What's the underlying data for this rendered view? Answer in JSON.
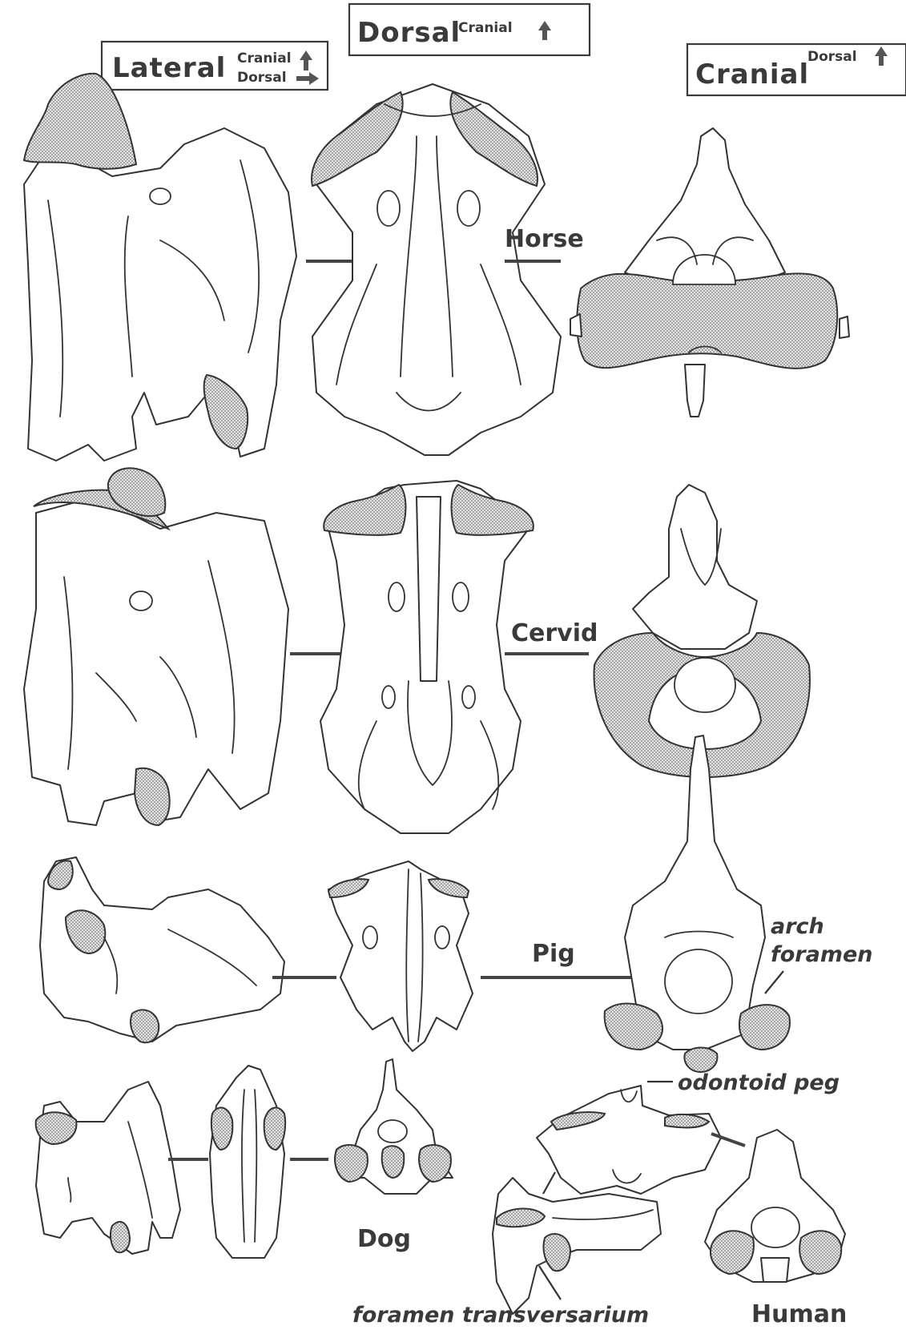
{
  "headers": {
    "lateral": {
      "title": "Lateral",
      "sub1": "Cranial",
      "sub2": "Dorsal"
    },
    "dorsal": {
      "title": "Dorsal",
      "sub": "Cranial"
    },
    "cranial": {
      "title": "Cranial",
      "sub": "Dorsal"
    }
  },
  "species": {
    "horse": "Horse",
    "cervid": "Cervid",
    "pig": "Pig",
    "dog": "Dog",
    "human": "Human"
  },
  "annotations": {
    "arch_foramen_1": "arch",
    "arch_foramen_2": "foramen",
    "odontoid_peg": "odontoid peg",
    "foramen_transversarium": "foramen transversarium"
  },
  "colors": {
    "line": "#333333",
    "label": "#3a3a3a",
    "articular_fill": "#c8c8c8"
  }
}
